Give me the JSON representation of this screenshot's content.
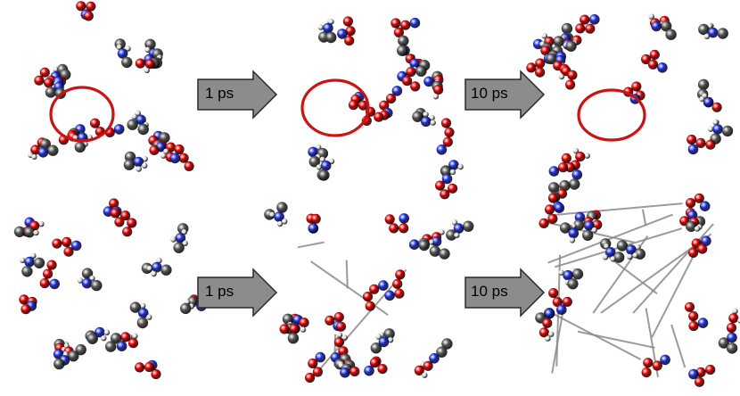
{
  "arrows": [
    {
      "label": "1 ps",
      "row": "top"
    },
    {
      "label": "10 ps",
      "row": "top"
    },
    {
      "label": "1 ps",
      "row": "bottom"
    },
    {
      "label": "10 ps",
      "row": "bottom"
    }
  ],
  "colors": {
    "carbon": "#555555",
    "hydrogen": "#e6e6e6",
    "nitrogen": "#1f2fd8",
    "oxygen": "#e00000",
    "highlight_ring": "#c81414",
    "arrow_fill": "#8c8c8c",
    "arrow_stroke": "#2a2a2a",
    "bond": "#6a6a6a",
    "long_bond": "#8a8a8a"
  }
}
